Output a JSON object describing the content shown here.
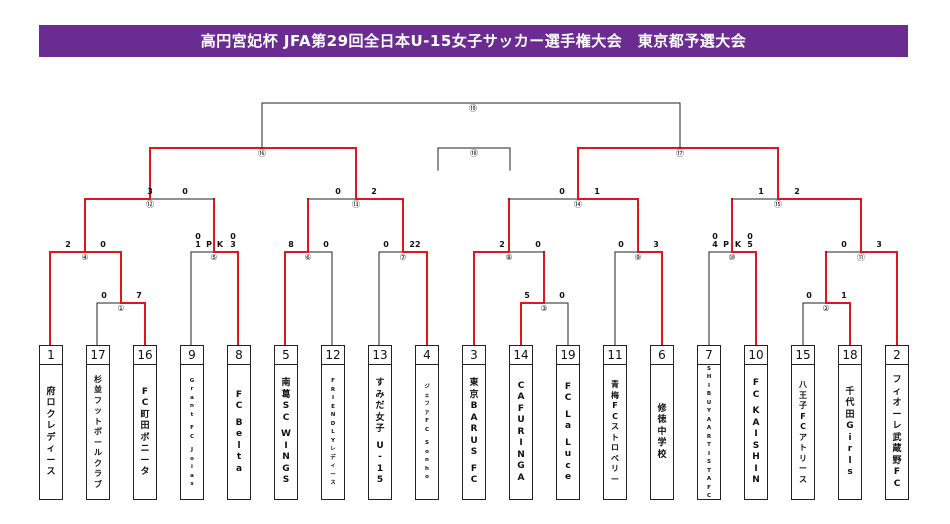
{
  "title": "高円宮妃杯 JFA第29回全日本U-15女子サッカー選手権大会　東京都予選大会",
  "teams": [
    {
      "seed": "1",
      "name": "府ロクレディース"
    },
    {
      "seed": "17",
      "name": "杉並フットボールクラブ"
    },
    {
      "seed": "16",
      "name": "FC町田ボニータ"
    },
    {
      "seed": "9",
      "name": "Grant FC Joias"
    },
    {
      "seed": "8",
      "name": "FC Belta"
    },
    {
      "seed": "5",
      "name": "南葛SC WINGS"
    },
    {
      "seed": "12",
      "name": "FRIENDLYレディース"
    },
    {
      "seed": "13",
      "name": "すみだ女子 U-15"
    },
    {
      "seed": "4",
      "name": "ジェファFC Sonho"
    },
    {
      "seed": "3",
      "name": "東京BARUS FC"
    },
    {
      "seed": "14",
      "name": "CAFURINGA"
    },
    {
      "seed": "19",
      "name": "FC La Luce"
    },
    {
      "seed": "11",
      "name": "青梅FCストロベリー"
    },
    {
      "seed": "6",
      "name": "修徳中学校"
    },
    {
      "seed": "7",
      "name": "SHIBUYA ARTISTA FC"
    },
    {
      "seed": "10",
      "name": "FC KAISHIN"
    },
    {
      "seed": "15",
      "name": "八王子FCアトリース"
    },
    {
      "seed": "18",
      "name": "千代田Girls"
    },
    {
      "seed": "2",
      "name": "フィオーレ武蔵野FC"
    }
  ],
  "matches": {
    "m1": "①",
    "m2": "②",
    "m3": "③",
    "m4": "④",
    "m5": "⑤",
    "m6": "⑥",
    "m7": "⑦",
    "m8": "⑧",
    "m9": "⑨",
    "m10": "⑩",
    "m11": "⑪",
    "m12": "⑫",
    "m13": "⑬",
    "m14": "⑭",
    "m15": "⑮",
    "m16": "⑯",
    "m17": "⑰",
    "m18": "⑱",
    "m19": "⑲"
  },
  "scores": {
    "m1_l": "0",
    "m1_r": "7",
    "m2_l": "0",
    "m2_r": "1",
    "m3_l": "5",
    "m3_r": "0",
    "m4_l": "2",
    "m4_r": "0",
    "m5_l": "0",
    "m5_r": "0",
    "m5_pk_l": "1",
    "m5_pk_r": "3",
    "m6_l": "8",
    "m6_r": "0",
    "m7_l": "0",
    "m7_r": "22",
    "m8_l": "2",
    "m8_r": "0",
    "m9_l": "0",
    "m9_r": "3",
    "m10_l": "0",
    "m10_r": "0",
    "m10_pk_l": "4",
    "m10_pk_r": "5",
    "m11_l": "0",
    "m11_r": "3",
    "m12_l": "3",
    "m12_r": "0",
    "m13_l": "0",
    "m13_r": "2",
    "m14_l": "0",
    "m14_r": "1",
    "m15_l": "1",
    "m15_r": "2",
    "pk_label_1": "P",
    "pk_label_2": "K"
  },
  "colors": {
    "title_bg": "#6a2c91",
    "title_text": "#ffffff",
    "winner_line": "#e0161b",
    "line": "#222222"
  }
}
